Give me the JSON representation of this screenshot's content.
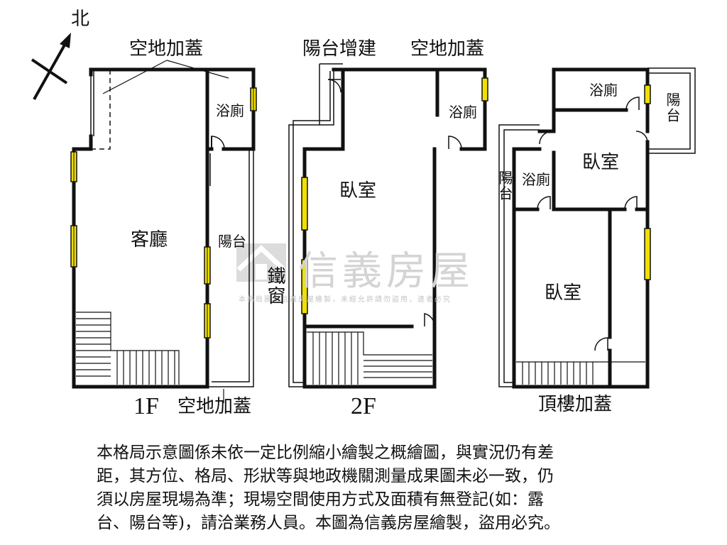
{
  "compass": {
    "north_label": "北"
  },
  "floor1": {
    "floor_label": "1F",
    "vacant_cover_top": "空地加蓋",
    "vacant_cover_bottom": "空地加蓋",
    "bath": "浴廁",
    "living_room": "客廳",
    "balcony": "陽台"
  },
  "floor2": {
    "floor_label": "2F",
    "balcony_addition": "陽台增建",
    "vacant_cover": "空地加蓋",
    "bath": "浴廁",
    "bedroom": "臥室",
    "iron_window": "鐵窗"
  },
  "rooftop": {
    "floor_label": "頂樓加蓋",
    "bath_top": "浴廁",
    "balcony_right": "陽台",
    "bedroom_upper": "臥室",
    "balcony_left": "陽台",
    "bath_left": "浴廁",
    "bedroom_lower": "臥室"
  },
  "watermark": {
    "brand": "信義房屋",
    "notice": "本格局圖為信義房屋繪製，未經允許請勿盜用，違者必究"
  },
  "disclaimer": {
    "lines": [
      "本格局示意圖係未依一定比例縮小繪製之概繪圖，與實況仍有差",
      "距，其方位、格局、形狀等與地政機關測量成果圖未必一致，仍",
      "須以房屋現場為準；現場空間使用方式及面積有無登記(如：露",
      "台、陽台等)，請洽業務人員。本圖為信義房屋繪製，盜用必究。"
    ]
  }
}
